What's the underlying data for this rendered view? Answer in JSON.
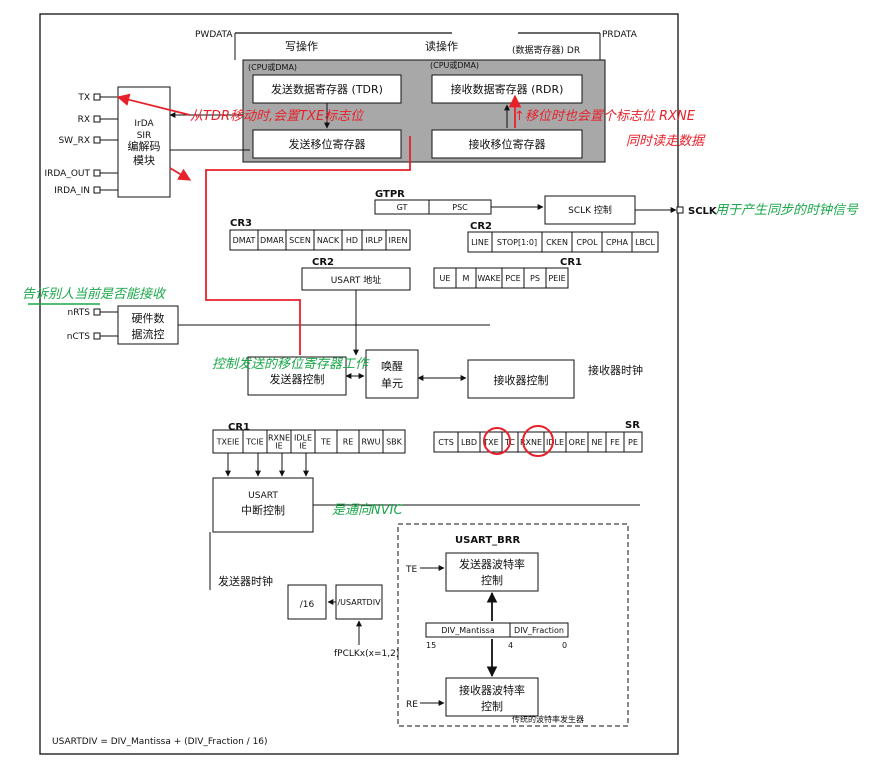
{
  "bus": {
    "pwdata": "PWDATA",
    "prdata": "PRDATA",
    "write_op": "写操作",
    "read_op": "读操作",
    "data_reg": "(数据寄存器) DR",
    "cpu_dma_l": "(CPU或DMA)",
    "cpu_dma_r": "(CPU或DMA)"
  },
  "regs": {
    "tdr": "发送数据寄存器 (TDR)",
    "rdr": "接收数据寄存器 (RDR)",
    "tx_shift": "发送移位寄存器",
    "rx_shift": "接收移位寄存器"
  },
  "pins": {
    "tx": "TX",
    "rx": "RX",
    "sw_rx": "SW_RX",
    "irda_out": "IRDA_OUT",
    "irda_in": "IRDA_IN",
    "nrts": "nRTS",
    "ncts": "nCTS",
    "sclk": "SCLK"
  },
  "irda": {
    "l1": "IrDA",
    "l2": "SIR",
    "l3": "编解码",
    "l4": "模块"
  },
  "gtpr": {
    "title": "GTPR",
    "gt": "GT",
    "psc": "PSC",
    "sclk_ctrl": "SCLK 控制"
  },
  "cr3": {
    "title": "CR3",
    "bits": [
      "DMAT",
      "DMAR",
      "SCEN",
      "NACK",
      "HD",
      "IRLP",
      "IREN"
    ]
  },
  "cr2_top": {
    "title": "CR2",
    "bits": [
      "LINE",
      "STOP[1:0]",
      "CKEN",
      "CPOL",
      "CPHA",
      "LBCL"
    ]
  },
  "cr2_addr": {
    "title": "CR2",
    "label": "USART 地址"
  },
  "cr1_top": {
    "title": "CR1",
    "bits": [
      "UE",
      "M",
      "WAKE",
      "PCE",
      "PS",
      "PEIE"
    ]
  },
  "flow": {
    "l1": "硬件数",
    "l2": "据流控"
  },
  "ctrl": {
    "tx_ctrl": "发送器控制",
    "wake_1": "唤醒",
    "wake_2": "单元",
    "rx_ctrl": "接收器控制",
    "rx_clock": "接收器时钟"
  },
  "cr1_bot": {
    "title": "CR1",
    "bits": [
      "TXEIE",
      "TCIE",
      "RXNE IE",
      "IDLE IE",
      "TE",
      "RE",
      "RWU",
      "SBK"
    ]
  },
  "sr": {
    "title": "SR",
    "bits": [
      "CTS",
      "LBD",
      "TXE",
      "TC",
      "RXNE",
      "IDLE",
      "ORE",
      "NE",
      "FE",
      "PE"
    ]
  },
  "irq": {
    "l1": "USART",
    "l2": "中断控制"
  },
  "brr": {
    "title": "USART_BRR",
    "tx_baud_1": "发送器波特率",
    "tx_baud_2": "控制",
    "rx_baud_1": "接收器波特率",
    "rx_baud_2": "控制",
    "mantissa": "DIV_Mantissa",
    "fraction": "DIV_Fraction",
    "b15": "15",
    "b4": "4",
    "b0": "0",
    "te": "TE",
    "re": "RE",
    "legacy": "传统的波特率发生器"
  },
  "clk": {
    "tx_clock": "发送器时钟",
    "div16": "/16",
    "usartdiv": "/USARTDIV",
    "fpclk": "fPCLKx(x=1,2)"
  },
  "formula": "USARTDIV = DIV_Mantissa + (DIV_Fraction / 16)",
  "annotations": {
    "a1": "从TDR移动时,会置TXE标志位",
    "a2": "↑移位时也会置个标志位 RXNE",
    "a3": "同时读走数据",
    "a4": "用于产生同步的时钟信号",
    "a5": "告诉别人当前是否能接收",
    "a6": "控制发送的移位寄存器工作",
    "a7": "是通向NVIC"
  },
  "colors": {
    "annotation": "#e8202a",
    "annotation_green": "#1aa84a",
    "gray": "#a8a8a8"
  }
}
